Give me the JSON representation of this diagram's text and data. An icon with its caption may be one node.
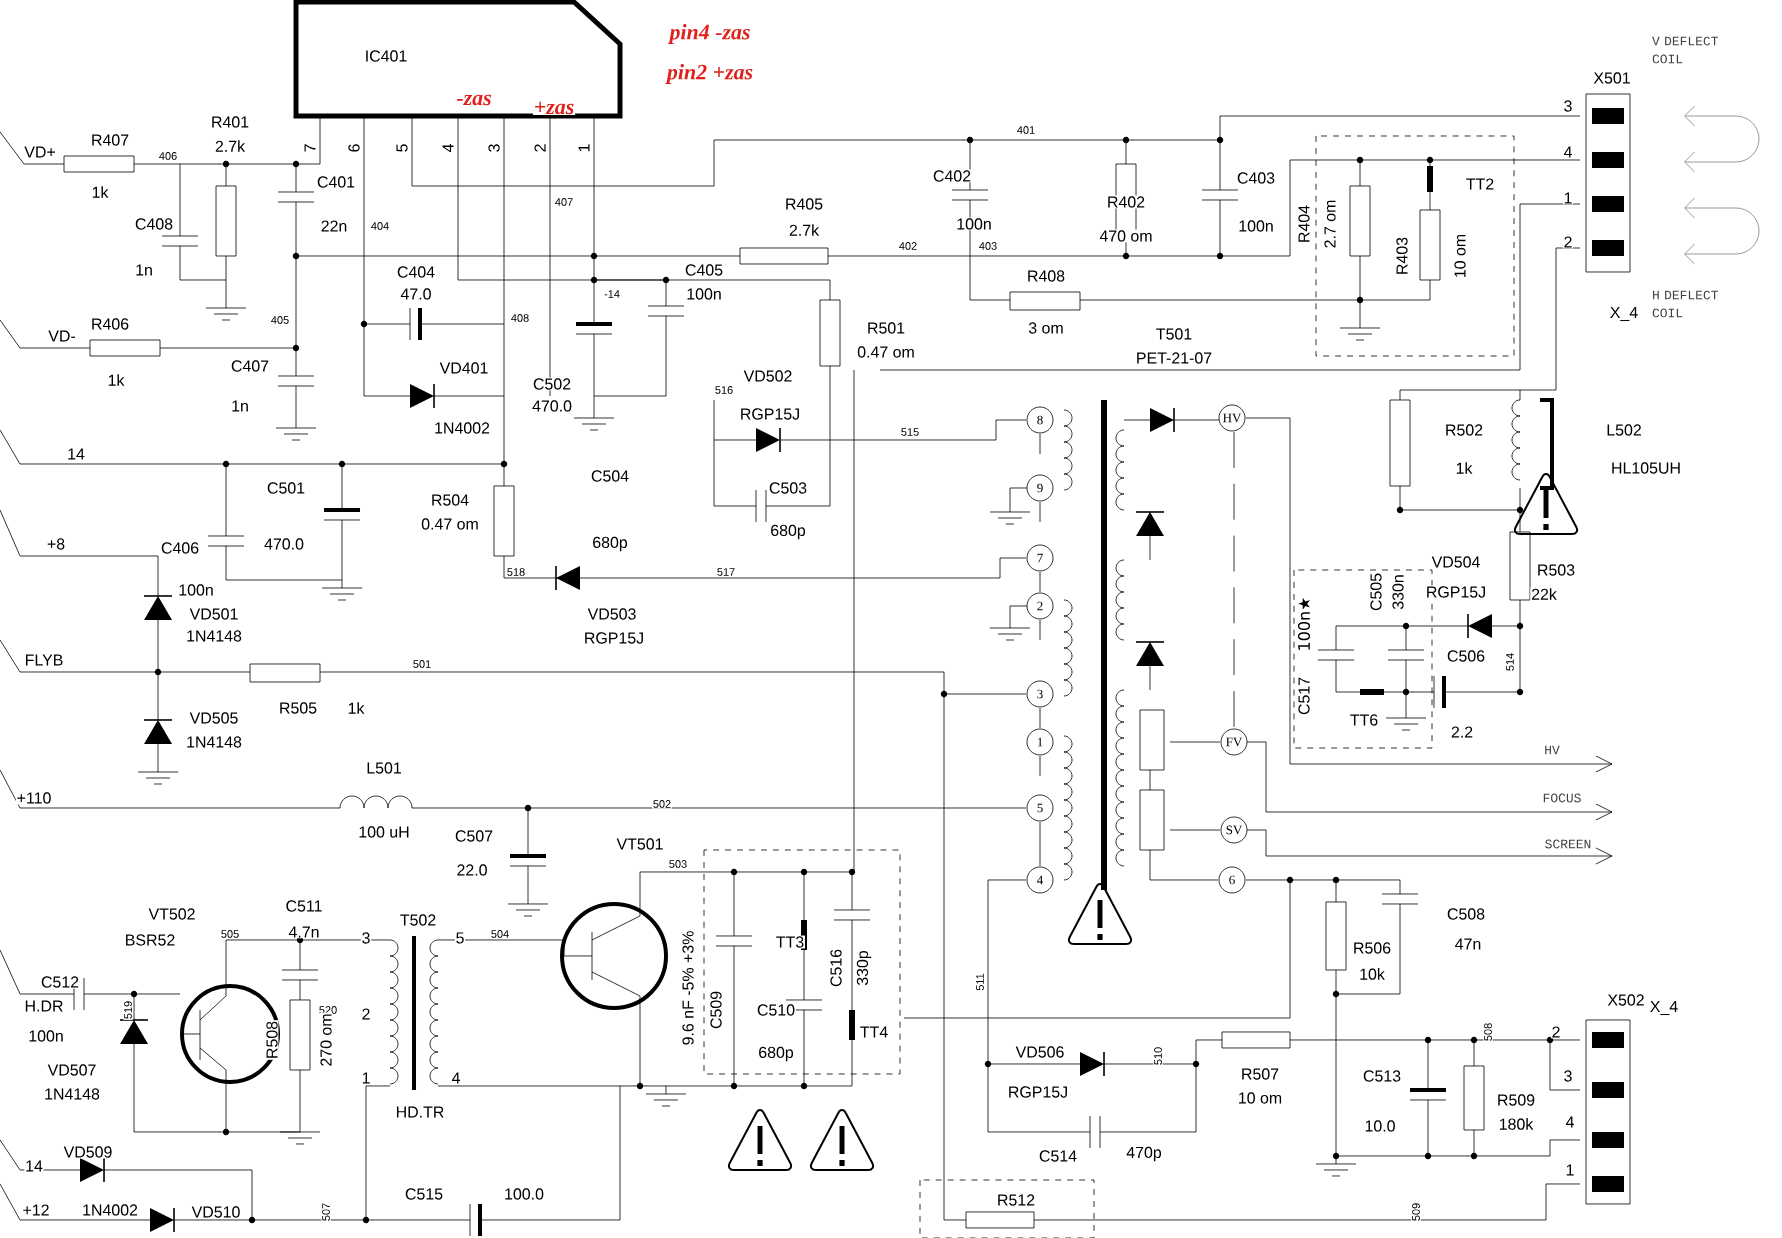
{
  "diagram": {
    "labels": [
      "IC401",
      "pin4 -zas",
      "pin2 +zas",
      "-zas",
      "+zas",
      "7",
      "6",
      "5",
      "4",
      "3",
      "2",
      "1",
      "V DEFLECT COIL",
      "X501",
      "R407",
      "R401",
      "2.7k",
      "VD+",
      "406",
      "401",
      "3",
      "1k",
      "C401",
      "C402",
      "C403",
      "4",
      "TT2",
      "R402",
      "407",
      "R405",
      "1",
      "C408",
      "22n",
      "404",
      "2.7k",
      "100n",
      "470 om",
      "100n",
      "2",
      "402",
      "403",
      "R404",
      "2.7 om",
      "R403",
      "10 om",
      "1n",
      "C404",
      "47.0",
      "C405",
      "100n",
      "R408",
      "-14",
      "X_4",
      "H DEFLECT COIL",
      "R406",
      "VD-",
      "405",
      "408",
      "R501",
      "3 om",
      "T501",
      "0.47 om",
      "PET-21-07",
      "1k",
      "C407",
      "VD401",
      "C502",
      "516",
      "VD502",
      "1n",
      "470.0",
      "RGP15J",
      "1N4002",
      "515",
      "8",
      "HV",
      "R502",
      "L502",
      "14",
      "C501",
      "R504",
      "C504",
      "C503",
      "9",
      "1k",
      "HL105UH",
      "+8",
      "C406",
      "470.0",
      "0.47 om",
      "680p",
      "680p",
      "7",
      "518",
      "517",
      "VD504",
      "R503",
      "100n",
      "C505",
      "330n",
      "RGP15J",
      "22k",
      "VD501",
      "VD503",
      "2",
      "100n★",
      "1N4148",
      "RGP15J",
      "FLYB",
      "501",
      "C506",
      "514",
      "3",
      "C517",
      "R505",
      "1k",
      "VD505",
      "TT6",
      "2.2",
      "1N4148",
      "1",
      "FV",
      "HV",
      "L501",
      "+110",
      "502",
      "5",
      "FOCUS",
      "100 uH",
      "C507",
      "VT501",
      "SV",
      "SCREEN",
      "22.0",
      "503",
      "4",
      "6",
      "VT502",
      "C511",
      "T502",
      "C508",
      "BSR52",
      "505",
      "4.7n",
      "3",
      "5",
      "504",
      "TT3",
      "R506",
      "47n",
      "C516",
      "330p",
      "10k",
      "C512",
      "511",
      "H.DR",
      "519",
      "520",
      "2",
      "9.6 nF -5% +3%",
      "C509",
      "C510",
      "X502",
      "X_4",
      "100n",
      "R508",
      "270 om",
      "TT4",
      "508",
      "2",
      "680p",
      "VD506",
      "510",
      "VD507",
      "1",
      "4",
      "R507",
      "C513",
      "3",
      "1N4148",
      "RGP15J",
      "10 om",
      "R509",
      "HD.TR",
      "10.0",
      "180k",
      "4",
      "VD509",
      "C514",
      "470p",
      "14",
      "1",
      "C515",
      "100.0",
      "R512",
      "+12",
      "1N4002",
      "VD510",
      "507",
      "509"
    ]
  }
}
